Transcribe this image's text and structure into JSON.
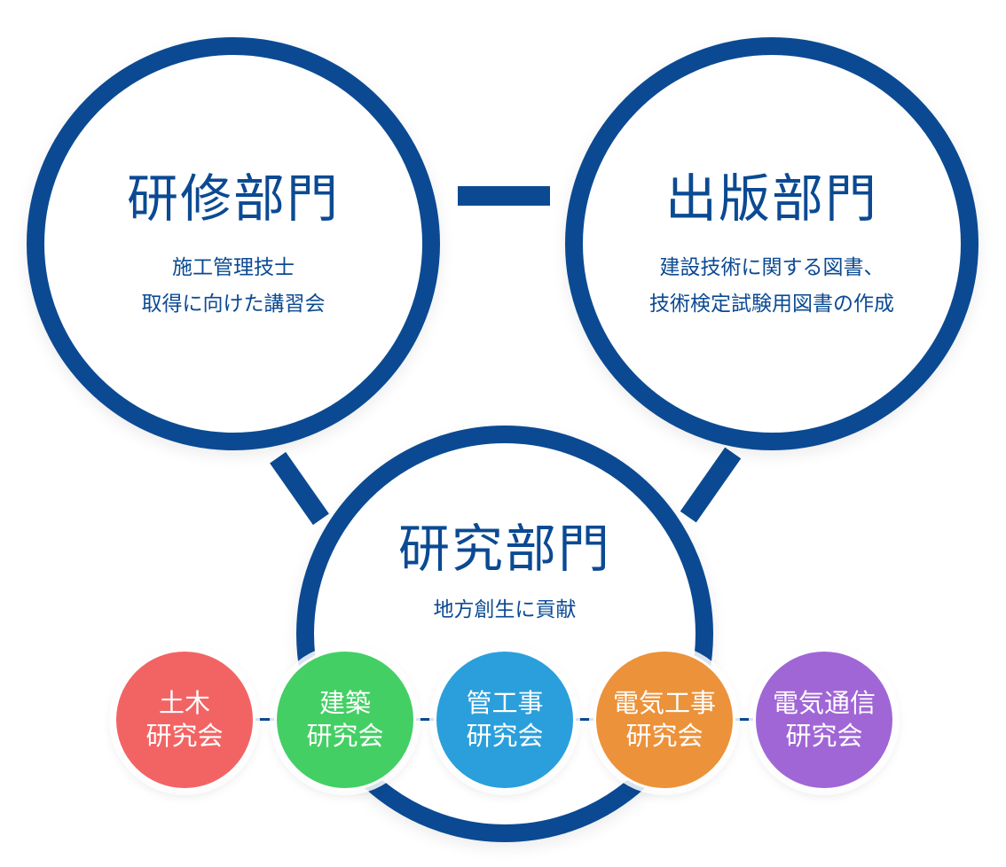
{
  "colors": {
    "primary": "#0b4a93",
    "doboku": "#f26464",
    "kenchiku": "#44cf65",
    "kankouji": "#2b9fdb",
    "denki_kouji": "#ec923a",
    "denki_tsushin": "#a066d6"
  },
  "departments": {
    "training": {
      "title": "研修部門",
      "desc_line1": "施工管理技士",
      "desc_line2": "取得に向けた講習会"
    },
    "publishing": {
      "title": "出版部門",
      "desc_line1": "建設技術に関する図書、",
      "desc_line2": "技術検定試験用図書の作成"
    },
    "research": {
      "title": "研究部門",
      "desc_line1": "地方創生に貢献"
    }
  },
  "research_groups": [
    {
      "line1": "土木",
      "line2": "研究会"
    },
    {
      "line1": "建築",
      "line2": "研究会"
    },
    {
      "line1": "管工事",
      "line2": "研究会"
    },
    {
      "line1": "電気工事",
      "line2": "研究会"
    },
    {
      "line1": "電気通信",
      "line2": "研究会"
    }
  ]
}
